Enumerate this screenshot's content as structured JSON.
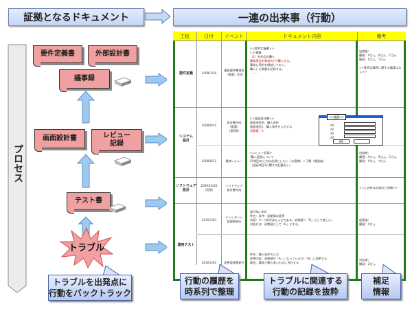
{
  "headers": {
    "left": "証拠となるドキュメント",
    "right": "一連の出来事（行動）"
  },
  "process_label": "プロセス",
  "documents": {
    "requirements": "要件定義書",
    "external_design": "外部設計書",
    "minutes": "議事録",
    "screen_design": "画面設計書",
    "review_record": "レビュー\n記録",
    "test_doc": "テスト書",
    "trouble": "トラブル"
  },
  "table": {
    "columns": [
      "工程",
      "日付",
      "イベント",
      "ドキュメント内容",
      "備考"
    ],
    "phases": [
      {
        "name": "要件定義",
        "rows": [
          {
            "date": "2008/1/28",
            "event": "業務要件整理表\n（概要）作成",
            "content": [
              {
                "text": "<<要件定義書>>"
              },
              {
                "text": "1.3 種類"
              },
              {
                "text": "（1）社外品の購入"
              },
              {
                "text": "事務用品を業者Aから購入する。",
                "highlight": true
              },
              {
                "text": "事前に契約を締結しておく。"
              },
              {
                "text": "購入した数量を記録する。"
              },
              {
                "text": "・・・"
              }
            ],
            "note": "出席者：\n顧客：Aさん、Bさん、Cさん\n開発：Xさん、Yさん\n\n<<要件定義時に関する議論はなし>>"
          }
        ]
      },
      {
        "name": "システム\n設計",
        "rows": [
          {
            "date": "2008/8/10",
            "event": "設計書作成\n（概要）\n（第2版）",
            "content": [
              {
                "text": "<<画面設計書>>"
              },
              {
                "text": "画面項目名：購入条件"
              },
              {
                "text": "画面項目1：購入条件を入力する"
              },
              {
                "text": "初期値：A",
                "highlight": true
              }
            ],
            "note": ""
          },
          {
            "date": "2008/8/12",
            "event": "最終レビュー",
            "content": [
              {
                "text": "<レビュー記録>"
              },
              {
                "text": "-購入画面について"
              },
              {
                "text": "  XX項目の入力は必須としたい（お客様）＝了解（開発者）"
              },
              {
                "text": "（画面項目1に関する記載なし）"
              }
            ],
            "note": "出席者：\n顧客：Aさん、Bさん、Cさん\n開発：Xさん、Yさん"
          }
        ]
      },
      {
        "name": "ソフトウェア\n設計",
        "rows": [
          {
            "date": "2009/10/20\n（初版）",
            "event": "ソフトウェア\n設計書作成",
            "content": [],
            "note": "<<この時点の設計と同様>>"
          }
        ]
      },
      {
        "name": "運用テスト",
        "rows": [
          {
            "date": "2010/2/03",
            "event": "インシデント\n管理票発行",
            "content": [
              {
                "text": "発行No.:001"
              },
              {
                "text": "件名：条件：初期値の変更"
              },
              {
                "text": "内容：ケースBがほとんどである。初期値＝「B」にして欲しい。"
              },
              {
                "text": "対処方法：初期値として「B」とする。"
              }
            ],
            "note": "起票者：\n顧客：Aさん"
          },
          {
            "date": "2010/2/03",
            "event": "変更管理票発行",
            "content": [
              {
                "text": "件名：購入条件の入力"
              },
              {
                "text": "変更内容：初期値が「A」になっているが、「B」に変更する"
              },
              {
                "text": "理由：業務で最も多いものに合わせる"
              }
            ],
            "note": "対応者：\n開発：Zさん"
          }
        ]
      }
    ]
  },
  "screen_mock": {
    "title": "<<画面>>",
    "field_labels": [
      "XX",
      "XX",
      "XX",
      "XX"
    ],
    "button_label": "確定"
  },
  "callouts": {
    "backtrack": "トラブルを出発点に\n行動をバックトラック",
    "history": "行動の履歴を\n時系列で整理",
    "extract": "トラブルに関連する\n行動の記録を抜粋",
    "supplement": "補足\n情報"
  },
  "colors": {
    "document_fill": "#f0a0a0",
    "arrow_fill": "#9ecaf0",
    "table_header": "#ffff00",
    "highlight_border": "#1f7a1f",
    "callout_fill": "#c8d8f6",
    "highlight_text": "#e00000"
  }
}
